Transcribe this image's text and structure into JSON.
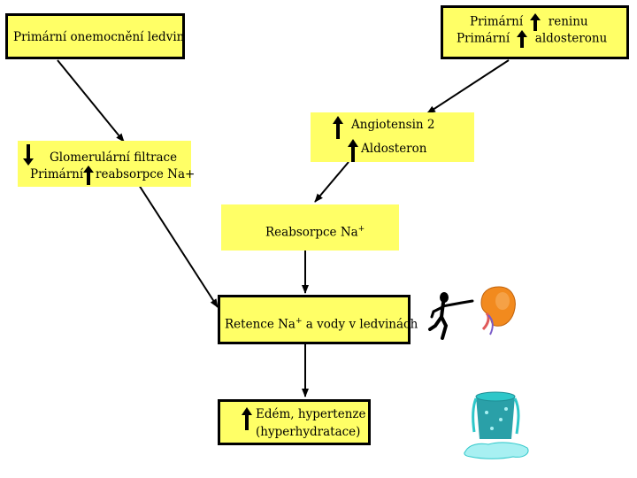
{
  "nodes": {
    "primary_kidney": {
      "text": "Primární onemocnění ledvin"
    },
    "primary_renin": {
      "line1_pre": "Primární",
      "line1_post": "reninu",
      "line2_pre": "Primární",
      "line2_post": "aldosteronu"
    },
    "angiotensin": {
      "line1": "Angiotensin 2",
      "line2": "Aldosteron"
    },
    "glomerular": {
      "line1": "Glomerulární filtrace",
      "line2_pre": "Primární",
      "line2_post": "reabsorpce Na+"
    },
    "reabsorption": {
      "text": "Reabsorpce Na",
      "sup": "+"
    },
    "retention": {
      "pre": "Retence Na",
      "sup": "+",
      "post": " a vody v ledvinách"
    },
    "edema": {
      "line1": "Edém, hypertenze",
      "line2": "(hyperhydratace)"
    }
  },
  "icons": {
    "up": "arrow-up-icon",
    "down": "arrow-down-icon",
    "figure": "stick-figure-icon",
    "kidney": "kidney-icon",
    "bucket": "overflowing-bucket-icon"
  },
  "colors": {
    "box_fill": "#ffff66",
    "kidney": "#f28a1e",
    "water": "#2ec7c9",
    "puddle": "#a8f0f2"
  }
}
